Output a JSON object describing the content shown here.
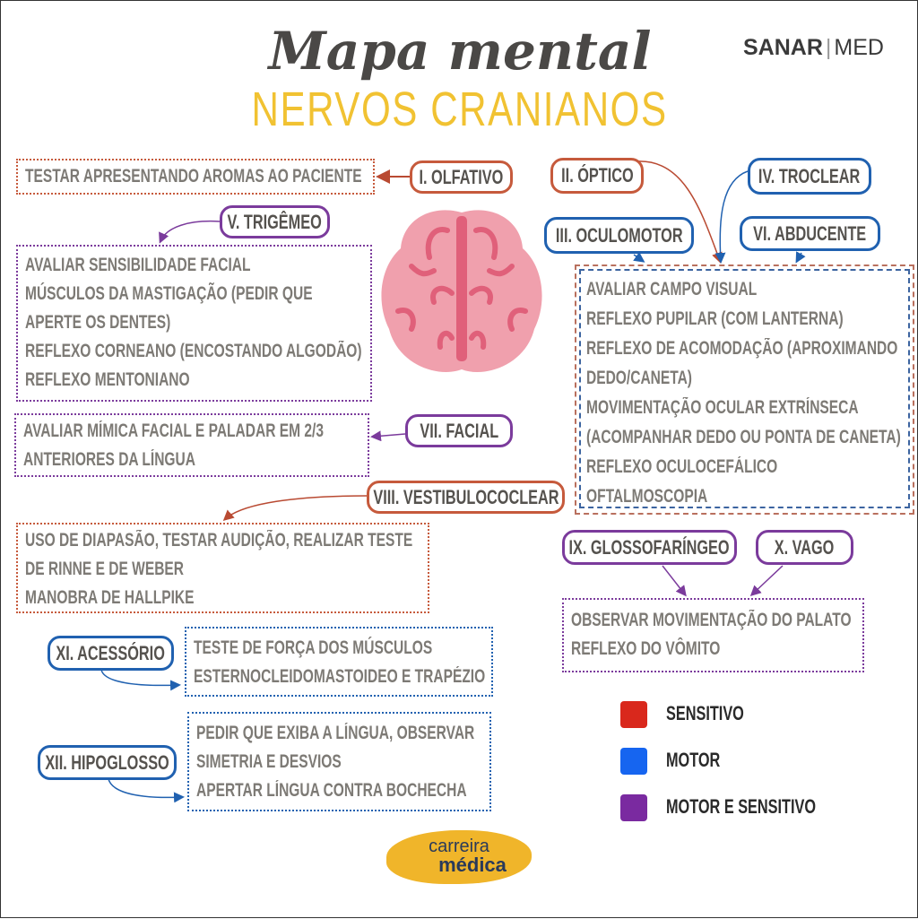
{
  "header": {
    "title": "Mapa mental",
    "subtitle": "NERVOS CRANIANOS",
    "brand_left": "SANAR",
    "brand_right": "MED"
  },
  "nerves": {
    "olfativo": {
      "label": "I. OLFATIVO",
      "lines": [
        "TESTAR APRESENTANDO AROMAS AO PACIENTE"
      ]
    },
    "optico": {
      "label": "II. ÓPTICO"
    },
    "oculomotor": {
      "label": "III. OCULOMOTOR"
    },
    "troclear": {
      "label": "IV. TROCLEAR"
    },
    "abducente": {
      "label": "VI. ABDUCENTE"
    },
    "eye_box": {
      "lines": [
        "AVALIAR CAMPO VISUAL",
        "REFLEXO PUPILAR (COM LANTERNA)",
        "REFLEXO DE ACOMODAÇÃO (APROXIMANDO",
        "DEDO/CANETA)",
        "MOVIMENTAÇÃO OCULAR EXTRÍNSECA",
        "(ACOMPANHAR DEDO OU PONTA DE CANETA)",
        "REFLEXO OCULOCEFÁLICO",
        "OFTALMOSCOPIA"
      ]
    },
    "trigemeo": {
      "label": "V. TRIGÊMEO",
      "lines": [
        "AVALIAR SENSIBILIDADE FACIAL",
        "MÚSCULOS DA MASTIGAÇÃO (PEDIR QUE",
        "APERTE OS DENTES)",
        "REFLEXO CORNEANO (ENCOSTANDO ALGODÃO)",
        "REFLEXO MENTONIANO"
      ]
    },
    "facial": {
      "label": "VII. FACIAL",
      "lines": [
        "AVALIAR MÍMICA FACIAL E PALADAR EM 2/3",
        "ANTERIORES DA LÍNGUA"
      ]
    },
    "vestibulococlear": {
      "label": "VIII. VESTIBULOCOCLEAR",
      "lines": [
        "USO DE DIAPASÃO, TESTAR AUDIÇÃO, REALIZAR TESTE",
        "DE RINNE E DE WEBER",
        "MANOBRA DE HALLPIKE"
      ]
    },
    "glossofaringeo": {
      "label": "IX. GLOSSOFARÍNGEO"
    },
    "vago": {
      "label": "X. VAGO"
    },
    "palate_box": {
      "lines": [
        "OBSERVAR MOVIMENTAÇÃO DO PALATO",
        "REFLEXO DO VÔMITO"
      ]
    },
    "acessorio": {
      "label": "XI. ACESSÓRIO",
      "lines": [
        "TESTE DE FORÇA DOS MÚSCULOS",
        "ESTERNOCLEIDOMASTOIDEO E TRAPÉZIO"
      ]
    },
    "hipoglosso": {
      "label": "XII. HIPOGLOSSO",
      "lines": [
        "PEDIR QUE EXIBA A LÍNGUA, OBSERVAR",
        "SIMETRIA E DESVIOS",
        "APERTAR LÍNGUA CONTRA BOCHECHA"
      ]
    }
  },
  "legend": [
    {
      "label": "SENSITIVO",
      "color": "#d9281c"
    },
    {
      "label": "MOTOR",
      "color": "#1665f0"
    },
    {
      "label": "MOTOR E SENSITIVO",
      "color": "#7a2aa0"
    }
  ],
  "footer_logo": {
    "line1": "carreira",
    "line2": "médica"
  }
}
